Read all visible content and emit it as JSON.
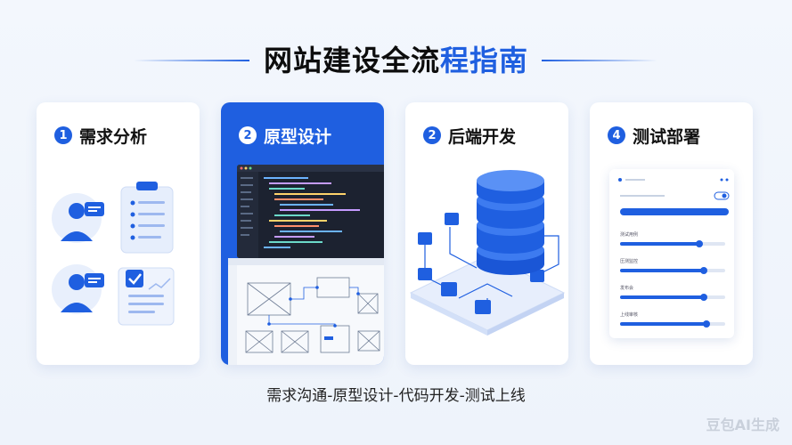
{
  "title": {
    "part1": "网站建设全流",
    "part2": "程指南"
  },
  "cards": [
    {
      "num": "1",
      "title": "需求分析"
    },
    {
      "num": "2",
      "title": "原型设计"
    },
    {
      "num": "2",
      "title": "后端开发"
    },
    {
      "num": "4",
      "title": "测试部署"
    }
  ],
  "subtitle": "需求沟通-原型设计-代码开发-测试上线",
  "watermark": "豆包AI生成",
  "colors": {
    "accent": "#1f5fe0",
    "background": "#f3f7fd"
  },
  "test_panel": {
    "rows": [
      {
        "label": "测试用例",
        "value": 0.75
      },
      {
        "label": "压测监控",
        "value": 0.8
      },
      {
        "label": "发布会",
        "value": 0.8
      },
      {
        "label": "上线审核",
        "value": 0.82
      }
    ]
  }
}
